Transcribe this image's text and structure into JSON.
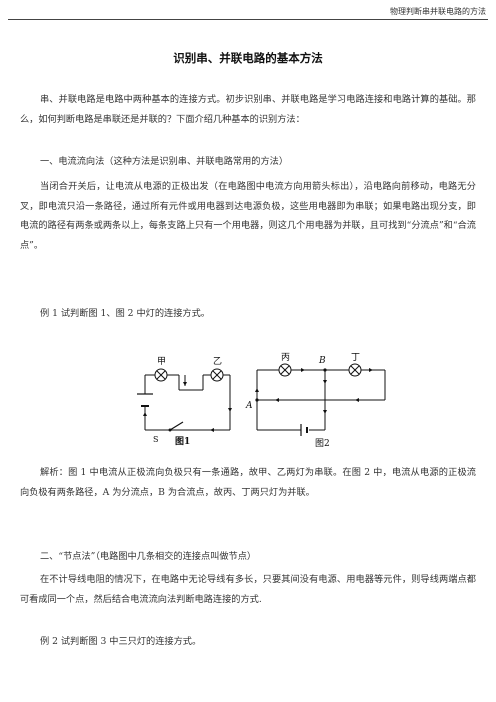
{
  "header": {
    "running_title": "物理判断串并联电路的方法"
  },
  "title": "识别串、并联电路的基本方法",
  "intro": "串、并联电路是电路中两种基本的连接方式。初步识别串、并联电路是学习电路连接和电路计算的基础。那么，如何判断电路是串联还是并联的？下面介绍几种基本的识别方法：",
  "section1": {
    "heading": "一、电流流向法（这种方法是识别串、并联电路常用的方法）",
    "body": "当闭合开关后，让电流从电源的正极出发（在电路图中电流方向用箭头标出），沿电路向前移动，电路无分叉，即电流只沿一条路径，通过所有元件或用电器到达电源负极，这些用电器即为串联；如果电路出现分支，即电流的路径有两条或两条以上，每条支路上只有一个用电器，则这几个用电器为并联，且可找到“分流点”和“合流点”。",
    "example": "例 1  试判断图 1、图 2 中灯的连接方式。",
    "analysis": "解析：图 1 中电流从正极流向负极只有一条通路，故甲、乙两灯为串联。在图 2 中，电流从电源的正极流向负极有两条路径，A 为分流点，B 为合流点，故丙、丁两只灯为并联。"
  },
  "figures": {
    "fig1": {
      "caption": "图1",
      "lamp1": "甲",
      "lamp2": "乙",
      "switch": "S"
    },
    "fig2": {
      "caption": "图2",
      "lamp1": "丙",
      "lamp2": "丁",
      "node_a": "A",
      "node_b": "B"
    }
  },
  "section2": {
    "heading": "二、“节点法”（电路图中几条相交的连接点叫做节点）",
    "body": "在不计导线电阻的情况下，在电路中无论导线有多长，只要其间没有电源、用电器等元件，则导线两端点都可看成同一个点，然后结合电流流向法判断电路连接的方式.",
    "example": "例 2  试判断图 3 中三只灯的连接方式。"
  }
}
